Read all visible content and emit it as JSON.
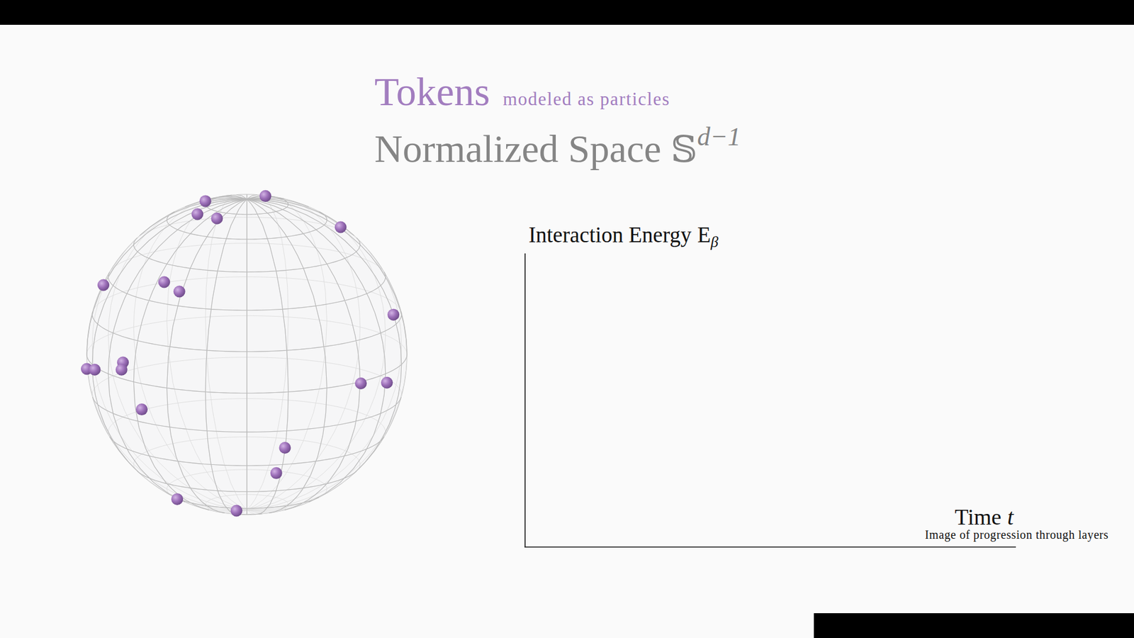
{
  "diagram": {
    "labels": [
      "Tokens",
      "modeled as particles",
      "Normalized Space",
      "𝕊",
      "d−1",
      "Interaction Energy",
      "E",
      "β",
      "Time",
      "t",
      "Image of progression through layers"
    ]
  }
}
